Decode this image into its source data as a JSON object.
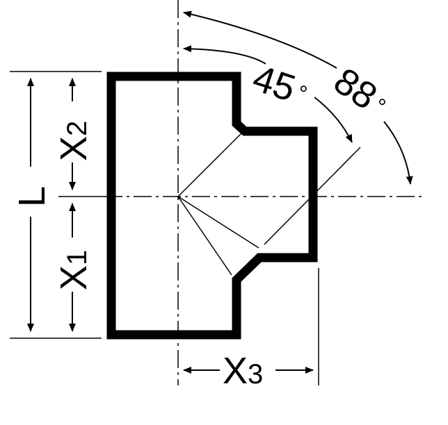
{
  "labels": {
    "angle_small": "45",
    "angle_large": "88",
    "degree_symbol": "°",
    "length": "L",
    "x1_letter": "X",
    "x1_sub": "1",
    "x2_letter": "X",
    "x2_sub": "2",
    "x3_letter": "X",
    "x3_sub": "3"
  }
}
